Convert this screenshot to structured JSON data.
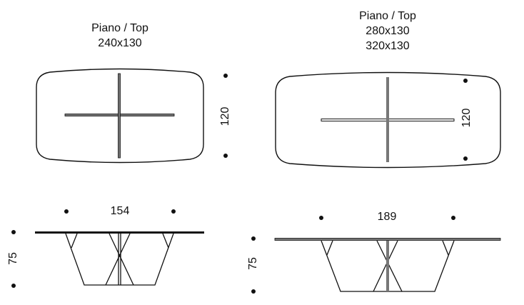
{
  "left_table": {
    "caption_line1": "Piano / Top",
    "caption_line2": "240x130",
    "top_view_depth": "120",
    "elevation_width": "154",
    "elevation_height": "75"
  },
  "right_table": {
    "caption_line1": "Piano / Top",
    "caption_line2": "280x130",
    "caption_line3": "320x130",
    "top_view_depth": "120",
    "elevation_width": "189",
    "elevation_height": "75"
  },
  "colors": {
    "line": "#111111",
    "base_bar": "#777777",
    "background": "#ffffff"
  }
}
